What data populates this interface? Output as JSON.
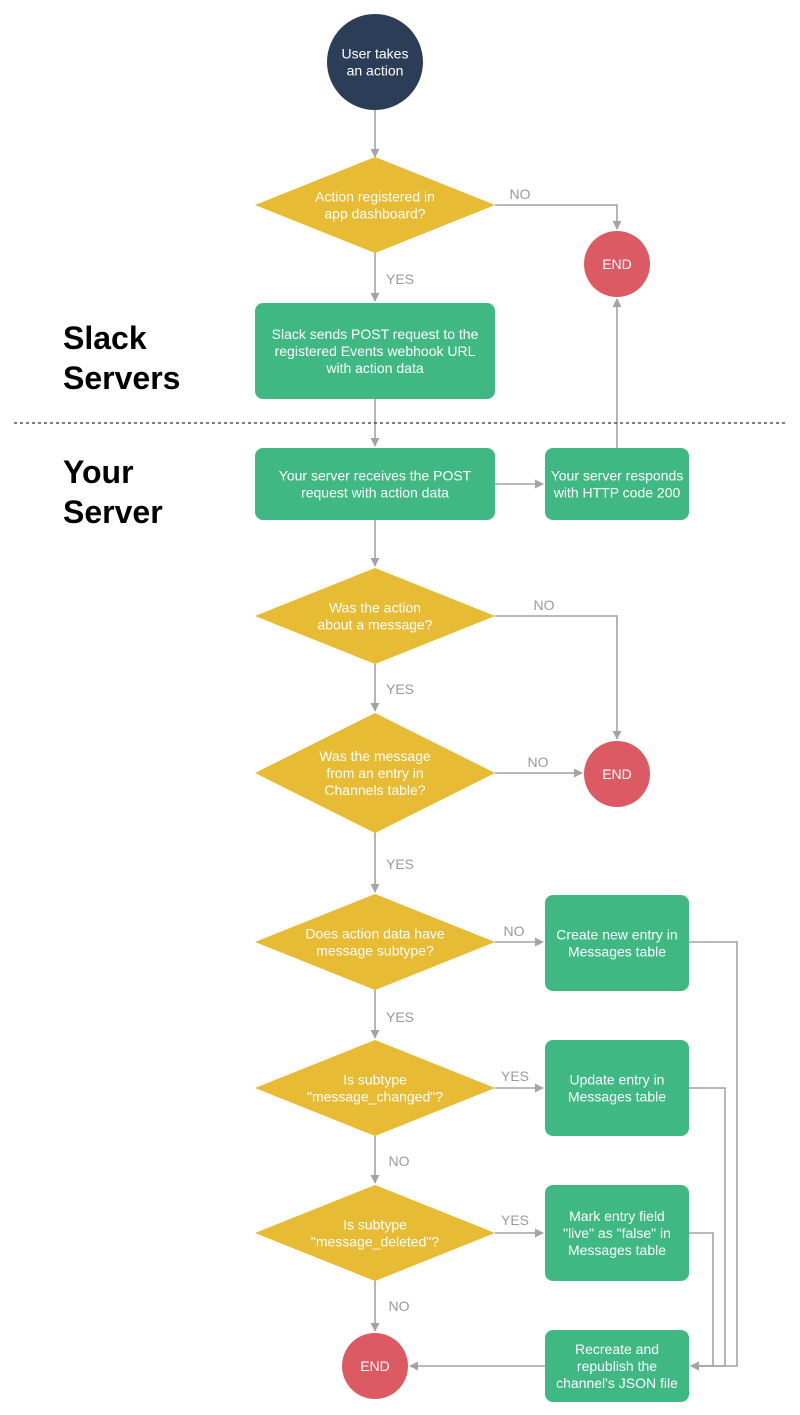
{
  "sections": {
    "slack": "Slack\nServers",
    "yours": "Your\nServer"
  },
  "colors": {
    "start": "#2c3e57",
    "decision": "#e8bb35",
    "process": "#3fb884",
    "end": "#dc5a63",
    "edge": "#a4a4a4",
    "label": "#9a9a9a"
  },
  "nodes": {
    "start": [
      "User takes",
      "an action"
    ],
    "d1": [
      "Action registered in",
      "app dashboard?"
    ],
    "end1": [
      "END"
    ],
    "p1": [
      "Slack sends POST request to the",
      "registered Events webhook URL",
      "with action data"
    ],
    "p2": [
      "Your server receives the POST",
      "request with action data"
    ],
    "p3": [
      "Your server responds",
      "with HTTP code 200"
    ],
    "d2": [
      "Was the action",
      "about a message?"
    ],
    "d3": [
      "Was the message",
      "from an entry in",
      "Channels table?"
    ],
    "end2": [
      "END"
    ],
    "d4": [
      "Does action data have",
      "message subtype?"
    ],
    "p4": [
      "Create new entry in",
      "Messages table"
    ],
    "d5": [
      "Is subtype",
      "\"message_changed\"?"
    ],
    "p5": [
      "Update entry in",
      "Messages table"
    ],
    "d6": [
      "Is subtype",
      "\"message_deleted\"?"
    ],
    "p6": [
      "Mark entry field",
      "\"live\" as \"false\" in",
      "Messages table"
    ],
    "p7": [
      "Recreate and",
      "republish the",
      "channel's JSON file"
    ],
    "end3": [
      "END"
    ]
  },
  "edge_labels": {
    "d1_no": "NO",
    "d1_yes": "YES",
    "d2_no": "NO",
    "d2_yes": "YES",
    "d3_no": "NO",
    "d3_yes": "YES",
    "d4_no": "NO",
    "d4_yes": "YES",
    "d5_yes": "YES",
    "d5_no": "NO",
    "d6_yes": "YES",
    "d6_no": "NO"
  }
}
